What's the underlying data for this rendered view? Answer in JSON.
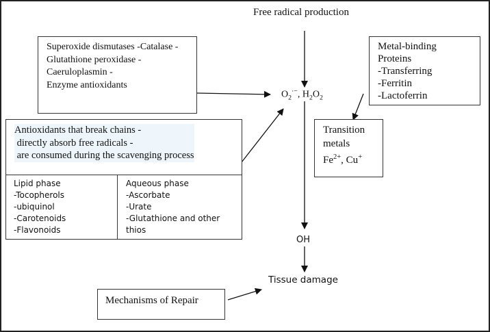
{
  "diagram": {
    "top_label": "Free radical production",
    "center_species": {
      "o2": "O",
      "o2_sub": "2",
      "o2_sup": "·−",
      "sep": ", H",
      "h2o2_sub1": "2",
      "o": "O",
      "h2o2_sub2": "2"
    },
    "enzyme_box": {
      "lines": [
        "Superoxide dismutases -Catalase -",
        "Glutathione peroxidase -",
        "Caeruloplasmin -",
        "Enzyme antioxidants"
      ]
    },
    "metal_binding_box": {
      "lines": [
        "Metal-binding",
        "Proteins",
        "-Transferring",
        "-Ferritin",
        "-Lactoferrin"
      ]
    },
    "transition_metals_box": {
      "line1": "Transition",
      "line2": "metals",
      "fe": "Fe",
      "fe_sup": "2+",
      "sep": ", Cu",
      "cu_sup": "+"
    },
    "chain_breaking_box": {
      "lines": [
        "Antioxidants that break chains -",
        " directly absorb free radicals -",
        " are consumed during the scavenging process"
      ],
      "lipid_phase": {
        "lines": [
          "Lipid phase",
          "-Tocopherols",
          "-ubiquinol",
          "-Carotenoids",
          "-Flavonoids"
        ]
      },
      "aqueous_phase": {
        "lines": [
          "Aqueous phase",
          "-Ascorbate",
          "-Urate",
          "-Glutathione and other",
          "thios"
        ]
      }
    },
    "hydroxyl_label": "OH",
    "tissue_damage_label": "Tissue damage",
    "repair_box": {
      "label": "Mechanisms of Repair"
    }
  }
}
